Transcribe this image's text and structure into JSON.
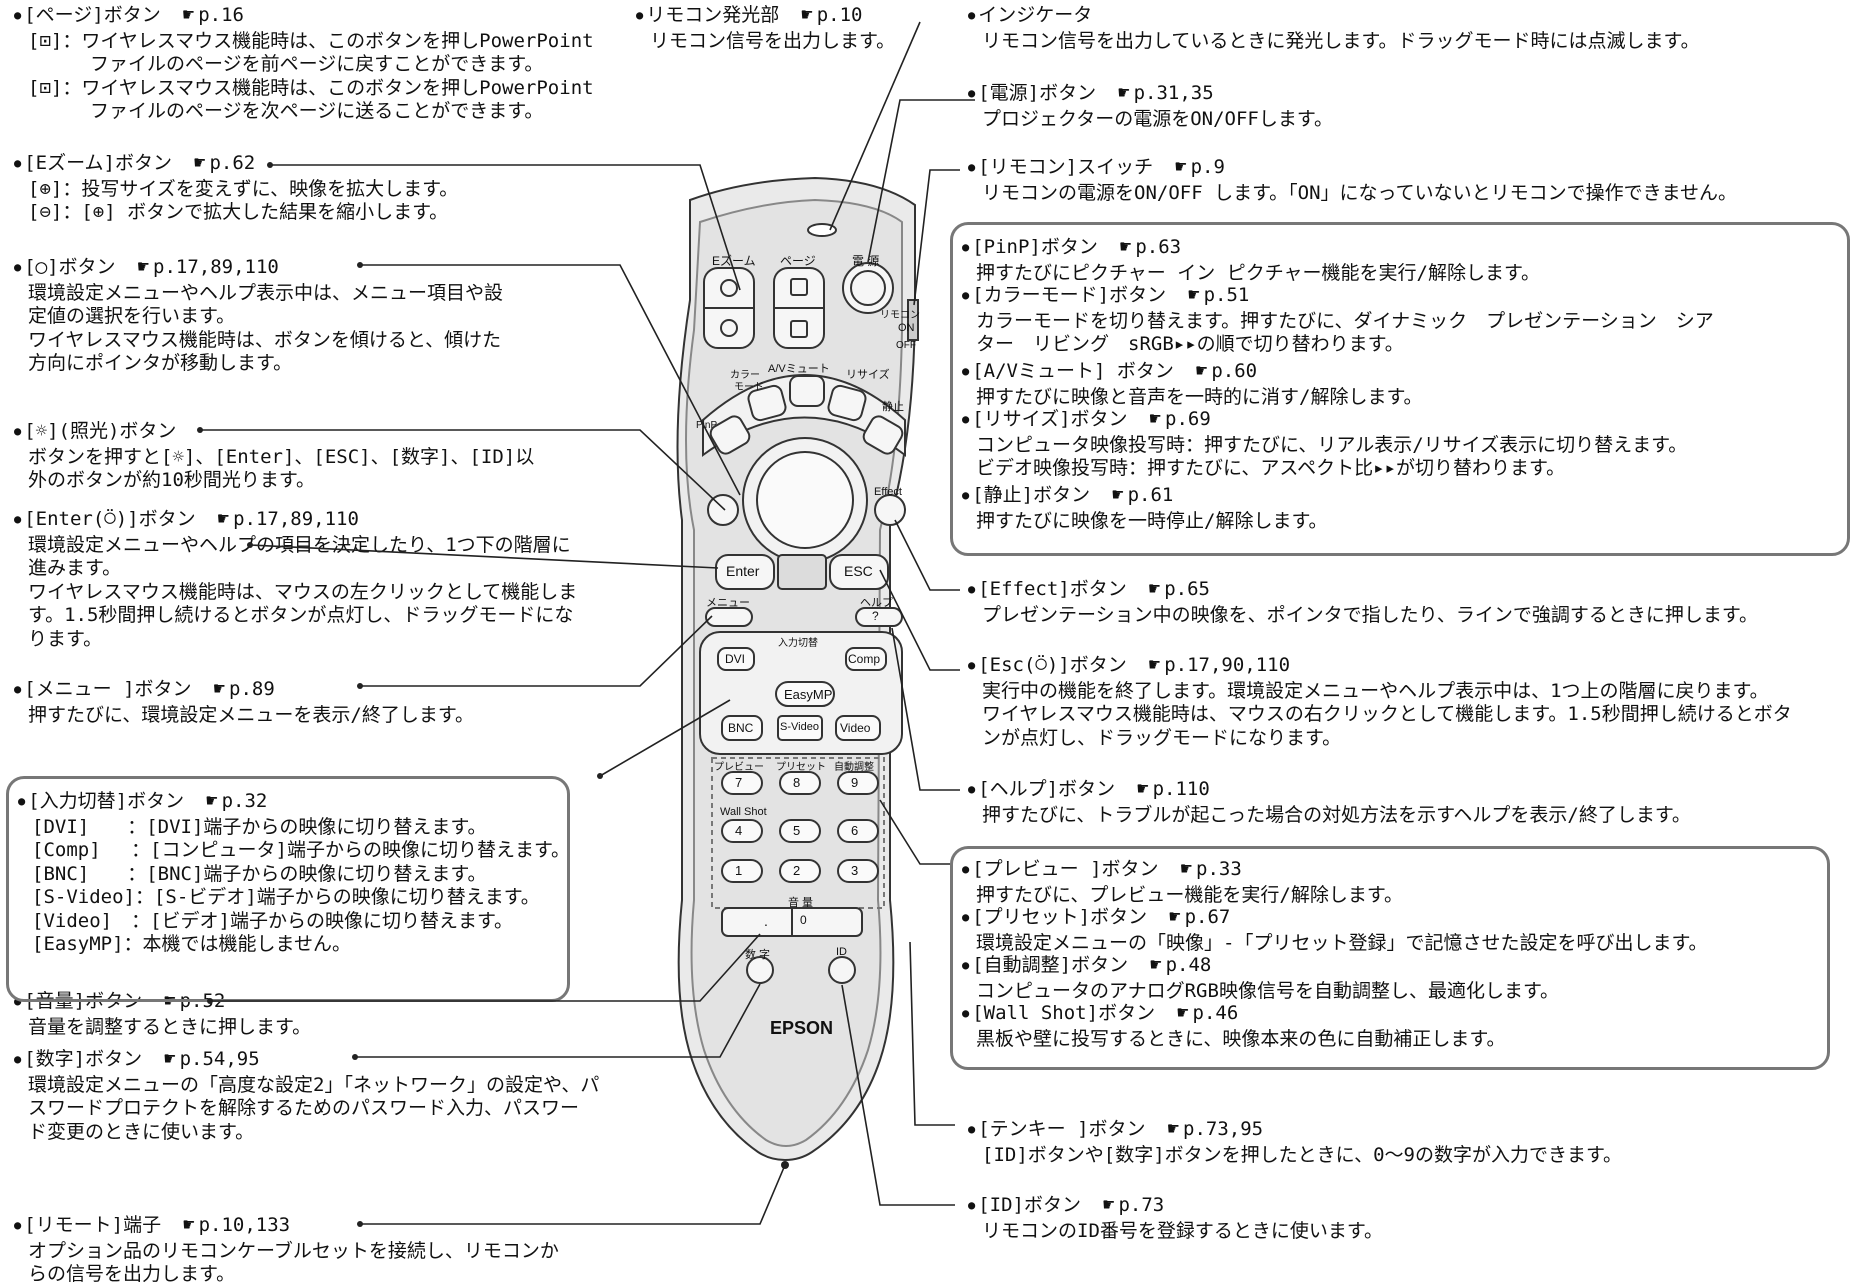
{
  "left": [
    {
      "id": "page",
      "title": "[ページ]ボタン",
      "ref": "p.16",
      "lines": [
        {
          "t": "[⊡]：ワイヤレスマウス機能時は、このボタンを押しPowerPoint"
        },
        {
          "t": "ファイルのページを前ページに戻すことができます。",
          "in": true
        },
        {
          "t": "[⊡]：ワイヤレスマウス機能時は、このボタンを押しPowerPoint"
        },
        {
          "t": "ファイルのページを次ページに送ることができます。",
          "in": true
        }
      ]
    },
    {
      "id": "ezoom",
      "title": "[Eズーム]ボタン",
      "ref": "p.62",
      "lines": [
        {
          "t": "[⊕]：投写サイズを変えずに、映像を拡大します。"
        },
        {
          "t": "[⊖]：[⊕] ボタンで拡大した結果を縮小します。"
        }
      ]
    },
    {
      "id": "joystick",
      "title": "[◯]ボタン",
      "ref": "p.17,89,110",
      "lines": [
        {
          "t": "環境設定メニューやヘルプ表示中は、メニュー項目や設"
        },
        {
          "t": "定値の選択を行います。"
        },
        {
          "t": "ワイヤレスマウス機能時は、ボタンを傾けると、傾けた"
        },
        {
          "t": "方向にポインタが移動します。"
        }
      ]
    },
    {
      "id": "light",
      "title": "[☼](照光)ボタン",
      "ref": "",
      "lines": [
        {
          "t": "ボタンを押すと[☼]、[Enter]、[ESC]、[数字]、[ID]以"
        },
        {
          "t": "外のボタンが約10秒間光ります。"
        }
      ]
    },
    {
      "id": "enter",
      "title": "[Enter(⍥)]ボタン",
      "ref": "p.17,89,110",
      "lines": [
        {
          "t": "環境設定メニューやヘルプの項目を決定したり、1つ下の階層に"
        },
        {
          "t": "進みます。"
        },
        {
          "t": "ワイヤレスマウス機能時は、マウスの左クリックとして機能しま"
        },
        {
          "t": "す。1.5秒間押し続けるとボタンが点灯し、ドラッグモードにな"
        },
        {
          "t": "ります。"
        }
      ]
    },
    {
      "id": "menu",
      "title": "[メニュー ]ボタン",
      "ref": "p.89",
      "lines": [
        {
          "t": "押すたびに、環境設定メニューを表示/終了します。"
        }
      ]
    },
    {
      "id": "source",
      "title": "[入力切替]ボタン",
      "ref": "p.32",
      "lines": [
        {
          "t": "[DVI]　　：[DVI]端子からの映像に切り替えます。"
        },
        {
          "t": "[Comp]　 ：[コンピュータ]端子からの映像に切り替えます。"
        },
        {
          "t": "[BNC]　　：[BNC]端子からの映像に切り替えます。"
        },
        {
          "t": "[S-Video]：[S-ビデオ]端子からの映像に切り替えます。"
        },
        {
          "t": "[Video]　：[ビデオ]端子からの映像に切り替えます。"
        },
        {
          "t": "[EasyMP]：本機では機能しません。"
        }
      ]
    },
    {
      "id": "volume",
      "title": "[音量]ボタン",
      "ref": "p.52",
      "lines": [
        {
          "t": "音量を調整するときに押します。"
        }
      ]
    },
    {
      "id": "num",
      "title": "[数字]ボタン",
      "ref": "p.54,95",
      "lines": [
        {
          "t": "環境設定メニューの「高度な設定2」「ネットワーク」の設定や、パ"
        },
        {
          "t": "スワードプロテクトを解除するためのパスワード入力、パスワー"
        },
        {
          "t": "ド変更のときに使います。"
        }
      ]
    },
    {
      "id": "remote",
      "title": "[リモート]端子",
      "ref": "p.10,133",
      "lines": [
        {
          "t": "オプション品のリモコンケーブルセットを接続し、リモコンか"
        },
        {
          "t": "らの信号を出力します。"
        }
      ]
    }
  ],
  "center": {
    "id": "emitter",
    "title": "リモコン発光部",
    "ref": "p.10",
    "lines": [
      {
        "t": "リモコン信号を出力します。"
      }
    ]
  },
  "right": [
    {
      "id": "indicator",
      "title": "インジケータ",
      "ref": "",
      "lines": [
        {
          "t": "リモコン信号を出力しているときに発光します。ドラッグモード時には点滅します。"
        }
      ]
    },
    {
      "id": "power",
      "title": "[電源]ボタン",
      "ref": "p.31,35",
      "lines": [
        {
          "t": "プロジェクターの電源をON/OFFします。"
        }
      ]
    },
    {
      "id": "switch",
      "title": "[リモコン]スイッチ",
      "ref": "p.9",
      "lines": [
        {
          "t": "リモコンの電源をON/OFF します。「ON」になっていないとリモコンで操作できません。"
        }
      ]
    },
    {
      "id": "pinp",
      "title": "[PinP]ボタン",
      "ref": "p.63",
      "lines": [
        {
          "t": "押すたびにピクチャー イン ピクチャー機能を実行/解除します。"
        }
      ]
    },
    {
      "id": "color",
      "title": "[カラーモード]ボタン",
      "ref": "p.51",
      "lines": [
        {
          "t": "カラーモードを切り替えます。押すたびに、ダイナミック　プレゼンテーション　シア"
        },
        {
          "t": "ター　リビング　sRGB▸▸の順で切り替わります。"
        }
      ]
    },
    {
      "id": "avmute",
      "title": "[A/Vミュート] ボタン",
      "ref": "p.60",
      "lines": [
        {
          "t": "押すたびに映像と音声を一時的に消す/解除します。"
        }
      ]
    },
    {
      "id": "resize",
      "title": "[リサイズ]ボタン",
      "ref": "p.69",
      "lines": [
        {
          "t": "コンピュータ映像投写時：押すたびに、リアル表示/リサイズ表示に切り替えます。"
        },
        {
          "t": "ビデオ映像投写時：押すたびに、アスペクト比▸▸が切り替わります。"
        }
      ]
    },
    {
      "id": "freeze",
      "title": "[静止]ボタン",
      "ref": "p.61",
      "lines": [
        {
          "t": "押すたびに映像を一時停止/解除します。"
        }
      ]
    },
    {
      "id": "effect",
      "title": "[Effect]ボタン",
      "ref": "p.65",
      "lines": [
        {
          "t": "プレゼンテーション中の映像を、ポインタで指したり、ラインで強調するときに押します。"
        }
      ]
    },
    {
      "id": "esc",
      "title": "[Esc(⍥)]ボタン",
      "ref": "p.17,90,110",
      "lines": [
        {
          "t": "実行中の機能を終了します。環境設定メニューやヘルプ表示中は、1つ上の階層に戻ります。"
        },
        {
          "t": "ワイヤレスマウス機能時は、マウスの右クリックとして機能します。1.5秒間押し続けるとボタ"
        },
        {
          "t": "ンが点灯し、ドラッグモードになります。"
        }
      ]
    },
    {
      "id": "help",
      "title": "[ヘルプ]ボタン",
      "ref": "p.110",
      "lines": [
        {
          "t": "押すたびに、トラブルが起こった場合の対処方法を示すヘルプを表示/終了します。"
        }
      ]
    },
    {
      "id": "preview",
      "title": "[プレビュー ]ボタン",
      "ref": "p.33",
      "lines": [
        {
          "t": "押すたびに、プレビュー機能を実行/解除します。"
        }
      ]
    },
    {
      "id": "preset",
      "title": "[プリセット]ボタン",
      "ref": "p.67",
      "lines": [
        {
          "t": "環境設定メニューの「映像」-「プリセット登録」で記憶させた設定を呼び出します。"
        }
      ]
    },
    {
      "id": "auto",
      "title": "[自動調整]ボタン",
      "ref": "p.48",
      "lines": [
        {
          "t": "コンピュータのアナログRGB映像信号を自動調整し、最適化します。"
        }
      ]
    },
    {
      "id": "wallshot",
      "title": "[Wall Shot]ボタン",
      "ref": "p.46",
      "lines": [
        {
          "t": "黒板や壁に投写するときに、映像本来の色に自動補正します。"
        }
      ]
    },
    {
      "id": "tenkey",
      "title": "[テンキー ]ボタン",
      "ref": "p.73,95",
      "lines": [
        {
          "t": "[ID]ボタンや[数字]ボタンを押したときに、0～9の数字が入力できます。"
        }
      ]
    },
    {
      "id": "idbtn",
      "title": "[ID]ボタン",
      "ref": "p.73",
      "lines": [
        {
          "t": "リモコンのID番号を登録するときに使います。"
        }
      ]
    }
  ],
  "remote": {
    "ezoom": "Eズーム",
    "page": "ページ",
    "power": "電 源",
    "switch_label": "リモコン",
    "on": "ON",
    "off": "OFF",
    "avmute": "A/Vミュート",
    "color": "カラー",
    "color2": "モード",
    "resize": "リサイズ",
    "freeze": "静止",
    "pinp": "PinP",
    "effect": "Effect",
    "enter": "Enter",
    "esc": "ESC",
    "menu": "メニュー",
    "help": "ヘルプ",
    "help_q": "?",
    "input": "入力切替",
    "dvi": "DVI",
    "comp": "Comp",
    "easymp": "EasyMP",
    "bnc": "BNC",
    "svideo": "S-Video",
    "video": "Video",
    "preview": "プレビュー",
    "preset": "プリセット",
    "autoadj": "自動調整",
    "wallshot": "Wall Shot",
    "volume": "音 量",
    "num": "数 字",
    "id": "ID",
    "brand": "EPSON",
    "keys": [
      "7",
      "8",
      "9",
      "4",
      "5",
      "6",
      "1",
      "2",
      "3"
    ],
    "dot": ".",
    "zero": "0"
  }
}
